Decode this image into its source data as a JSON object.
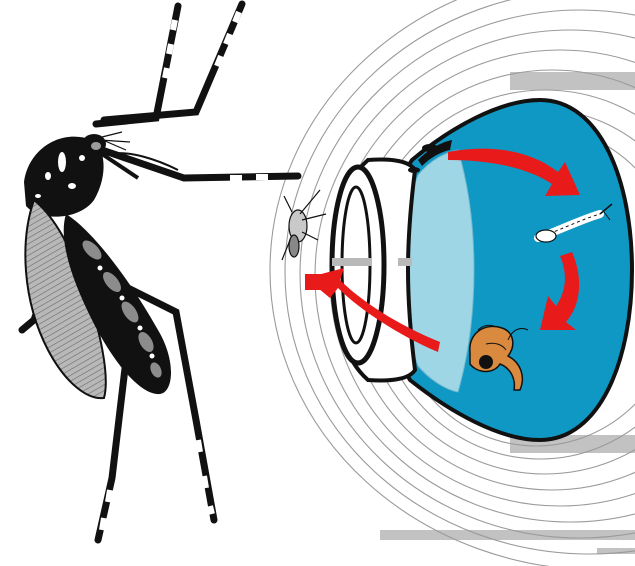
{
  "diagram": {
    "components": [
      {
        "name": "adult-mosquito",
        "icon": "mosquito-icon"
      },
      {
        "name": "sound-waves",
        "icon": "wave-rings-icon"
      },
      {
        "name": "trap-container",
        "icon": "jar-icon"
      },
      {
        "name": "small-mosquito",
        "icon": "mosquito-icon"
      },
      {
        "name": "larva",
        "icon": "larva-icon"
      },
      {
        "name": "pupa",
        "icon": "pupa-icon"
      },
      {
        "name": "cycle-arrows",
        "icon": "curved-arrow-icon"
      }
    ],
    "label_bars": 4,
    "colors": {
      "water": "#0f98c4",
      "water_light": "#9fd6e6",
      "arrow": "#e81a1a",
      "pupa": "#d98a3e",
      "label_bar": "#c2c2c2",
      "ink": "#111111",
      "wave": "#9a9a9a"
    }
  }
}
